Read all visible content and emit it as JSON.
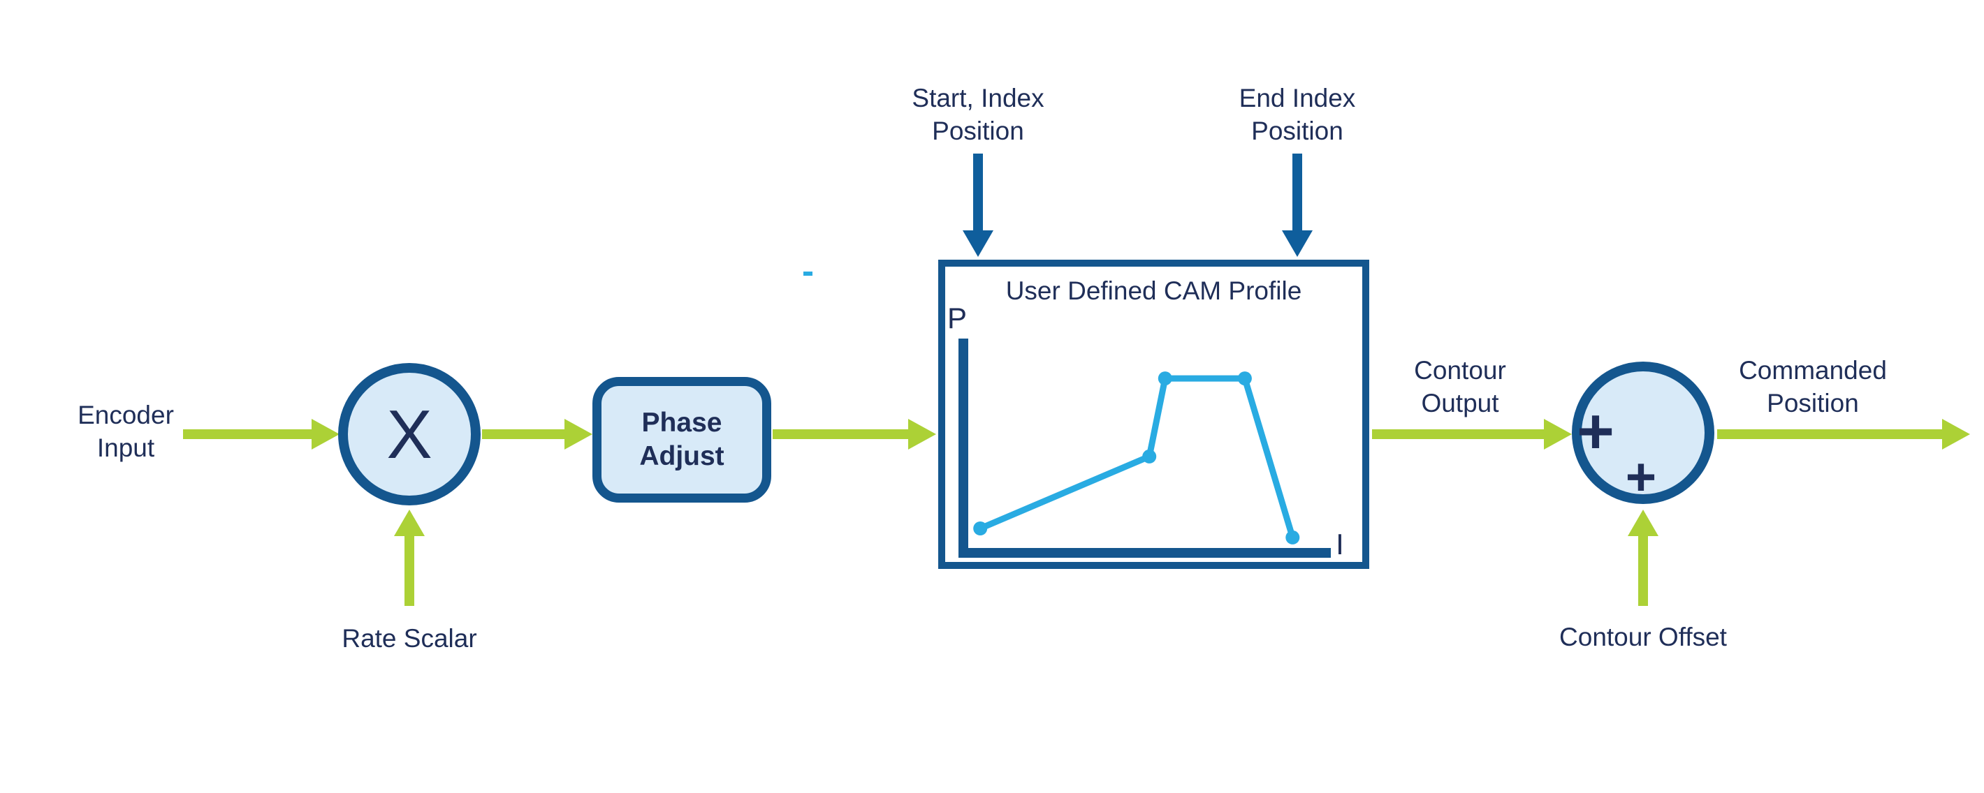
{
  "colors": {
    "background": "#FFFFFF",
    "arrow_green": "#ACD136",
    "block_border_blue": "#14568E",
    "param_arrow_blue": "#0F5E9C",
    "text_navy": "#1F2E58",
    "profile_cyan": "#29ABE2",
    "block_fill_light_blue": "#D8EAF8"
  },
  "labels": {
    "encoder_input": {
      "line1": "Encoder",
      "line2": "Input"
    },
    "rate_scalar": "Rate Scalar",
    "multiplier": "X",
    "phase_adjust": {
      "line1": "Phase",
      "line2": "Adjust"
    },
    "start_index": {
      "line1": "Start, Index",
      "line2": "Position"
    },
    "end_index": {
      "line1": "End Index",
      "line2": "Position"
    },
    "cam_profile_title": "User Defined CAM Profile",
    "cam_y_axis": "P",
    "cam_x_axis": "I",
    "contour_output": {
      "line1": "Contour",
      "line2": "Output"
    },
    "summing": {
      "plus_top": "+",
      "plus_bottom": "+"
    },
    "commanded_position": {
      "line1": "Commanded",
      "line2": "Position"
    },
    "contour_offset": "Contour Offset"
  },
  "chart_data": {
    "type": "line",
    "title": "User Defined CAM Profile",
    "xlabel": "I",
    "ylabel": "P",
    "axis_color": "#14568E",
    "line_color": "#29ABE2",
    "line_width": 9,
    "marker_radius": 10,
    "grid": false,
    "xlim": [
      0,
      1
    ],
    "ylim": [
      0,
      1
    ],
    "points": [
      [
        0.046,
        0.114
      ],
      [
        0.506,
        0.45
      ],
      [
        0.549,
        0.814
      ],
      [
        0.766,
        0.814
      ],
      [
        0.896,
        0.072
      ]
    ]
  }
}
